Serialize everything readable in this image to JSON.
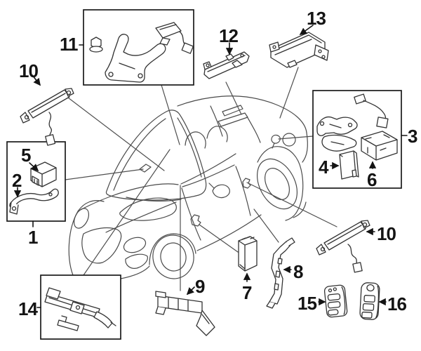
{
  "diagram": {
    "type": "vehicle-parts-diagram",
    "vehicle": "convertible-roadster-line-art",
    "colors": {
      "background": "#ffffff",
      "part_line": "#333333",
      "car_line": "#4a4a4a",
      "leader_line": "#4f4f4f",
      "box_border": "#1a1a1a",
      "label_text": "#141414"
    }
  },
  "labels": {
    "n1": "1",
    "n2": "2",
    "n3": "3",
    "n4": "4",
    "n5": "5",
    "n6": "6",
    "n7": "7",
    "n8": "8",
    "n9": "9",
    "n10a": "10",
    "n10b": "10",
    "n11": "11",
    "n12": "12",
    "n13": "13",
    "n14": "14",
    "n15": "15",
    "n16": "16"
  },
  "parts_icons": {
    "p1": "module-and-bracket-kit-icon",
    "p2": "mounting-bracket-icon",
    "p3": "receiver-kit-box-icon",
    "p4": "cushion-pad-icon",
    "p5": "control-module-icon",
    "p6": "receiver-module-icon",
    "p7": "control-module-icon",
    "p8": "tall-mounting-bracket-icon",
    "p9": "ribbed-bracket-icon",
    "p10": "keyless-antenna-icon",
    "p11": "bracket-kit-box-icon",
    "p12": "rail-bracket-icon",
    "p13": "rail-bracket-icon",
    "p14": "steering-lock-assembly-icon",
    "p15": "remote-key-fob-icon",
    "p16": "remote-key-fob-icon"
  }
}
